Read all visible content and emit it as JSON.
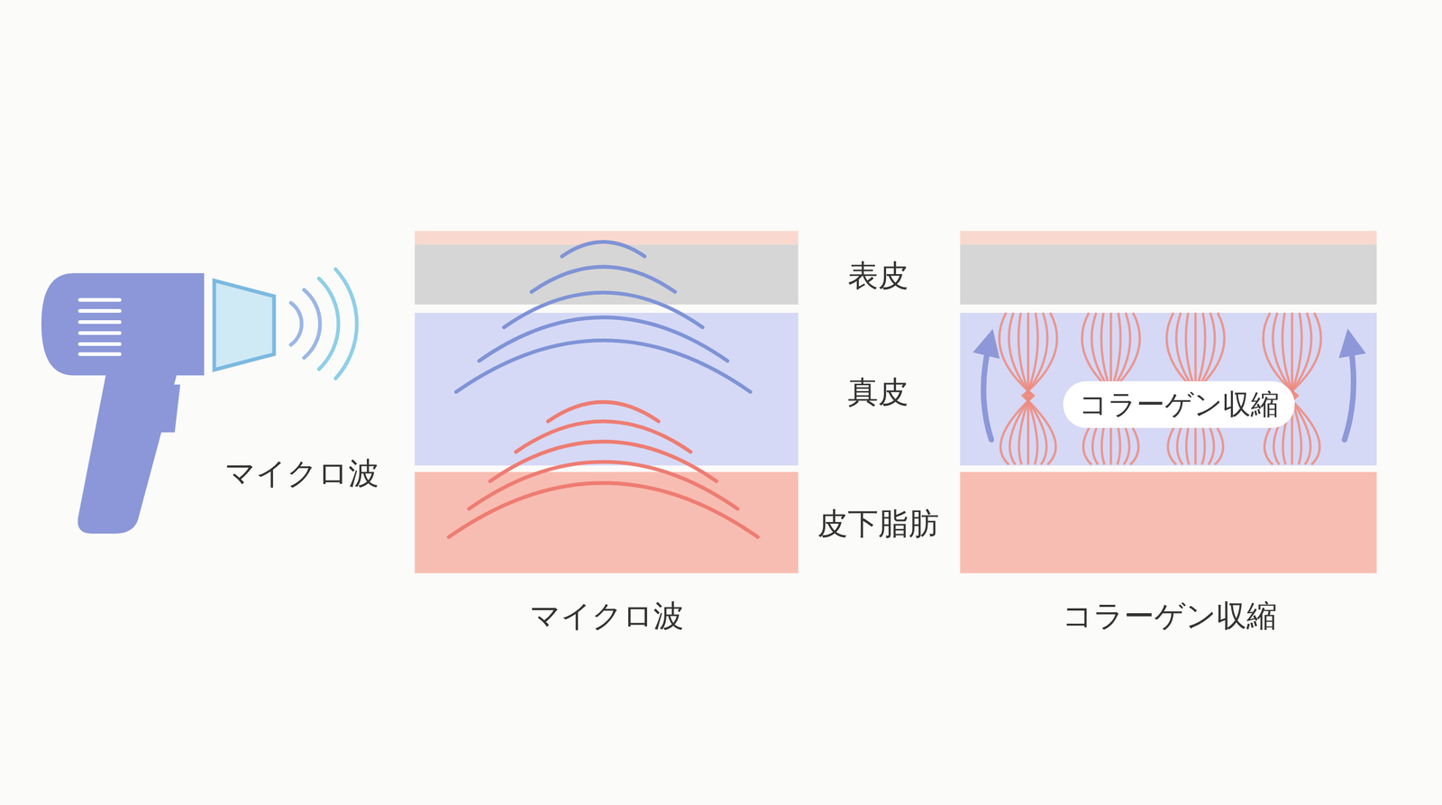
{
  "diagram": {
    "nodes": [
      {
        "text": [
          "コラーゲン収縮"
        ]
      }
    ],
    "labels": [
      "マイクロ波",
      "表皮",
      "真皮",
      "皮下脂肪",
      "マイクロ波",
      "コラーゲン収縮"
    ]
  }
}
